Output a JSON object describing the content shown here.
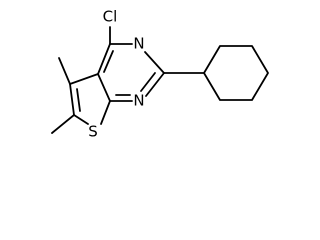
{
  "structure": {
    "atoms": {
      "chlorine": "Cl",
      "nitrogen_top": "N",
      "nitrogen_bottom": "N",
      "sulfur": "S"
    },
    "colors": {
      "bond": "#000000",
      "label": "#000000",
      "background": "#ffffff"
    }
  }
}
